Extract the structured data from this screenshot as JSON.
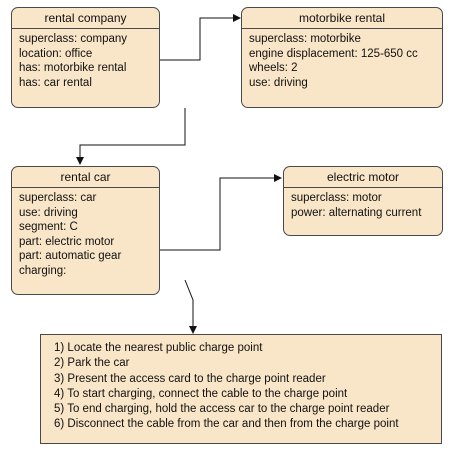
{
  "frames": {
    "rental_company": {
      "title": "rental company",
      "slots": [
        "superclass: company",
        "location: office",
        "has: motorbike rental",
        "has: car rental"
      ]
    },
    "motorbike_rental": {
      "title": "motorbike rental",
      "slots": [
        "superclass: motorbike",
        "engine displacement: 125-650 cc",
        "wheels: 2",
        "use: driving"
      ]
    },
    "rental_car": {
      "title": "rental car",
      "slots": [
        "superclass: car",
        "use: driving",
        "segment: C",
        "part: electric motor",
        "part: automatic gear",
        "charging:"
      ]
    },
    "electric_motor": {
      "title": "electric motor",
      "slots": [
        "superclass: motor",
        "power: alternating current"
      ]
    }
  },
  "charging_steps": [
    "1) Locate the nearest public charge point",
    "2) Park the car",
    "3) Present the access card to the charge point reader",
    "4) To start charging, connect the cable to the charge point",
    "5) To end charging, hold the access car to the charge point reader",
    "6) Disconnect the cable from the car and then from the charge point"
  ],
  "colors": {
    "frame_fill": "#f9e5c7",
    "frame_border": "#4a4a4a",
    "arrow": "#111111"
  }
}
